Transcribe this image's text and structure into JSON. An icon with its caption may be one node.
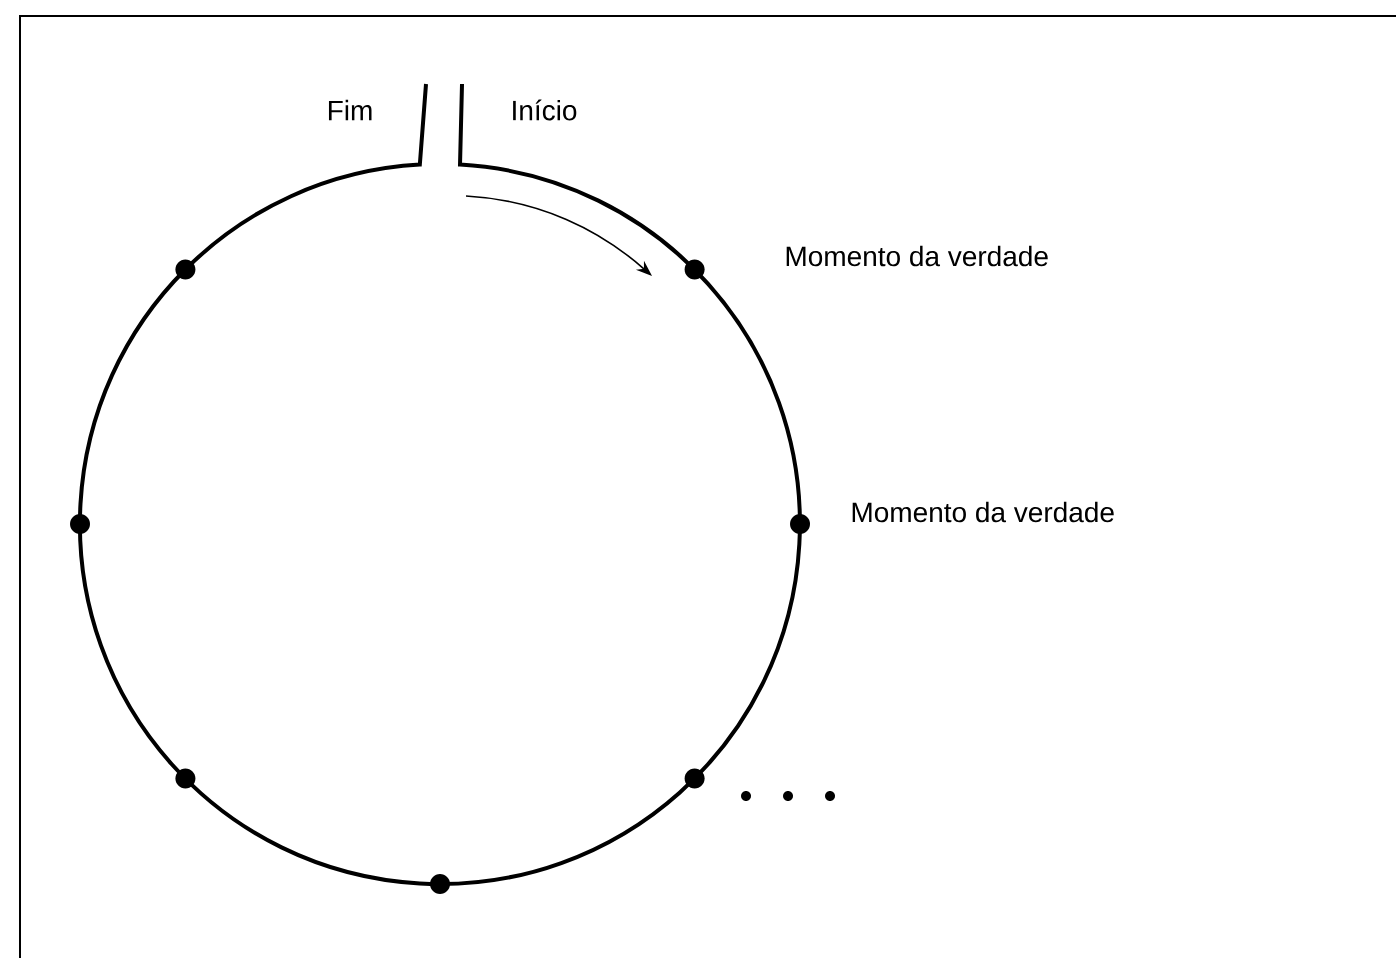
{
  "diagram": {
    "labels": [
      "Fim",
      "Início",
      "Momento da verdade",
      "Momento da verdade"
    ]
  }
}
